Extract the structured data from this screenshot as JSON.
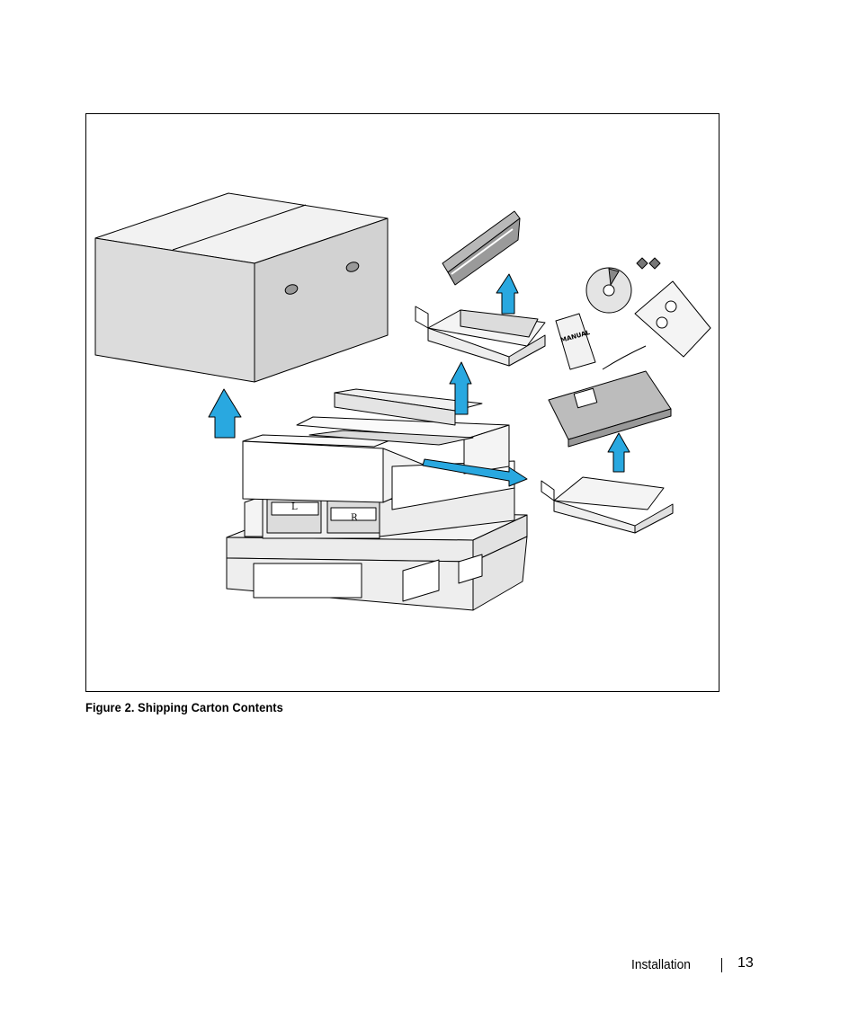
{
  "figure": {
    "caption": "Figure 2. Shipping Carton Contents",
    "labels": {
      "manual": "MANUAL",
      "battery_left": "L",
      "battery_right": "R"
    },
    "arrow_color": "#29a8e0"
  },
  "footer": {
    "section": "Installation",
    "page_number": "13"
  }
}
